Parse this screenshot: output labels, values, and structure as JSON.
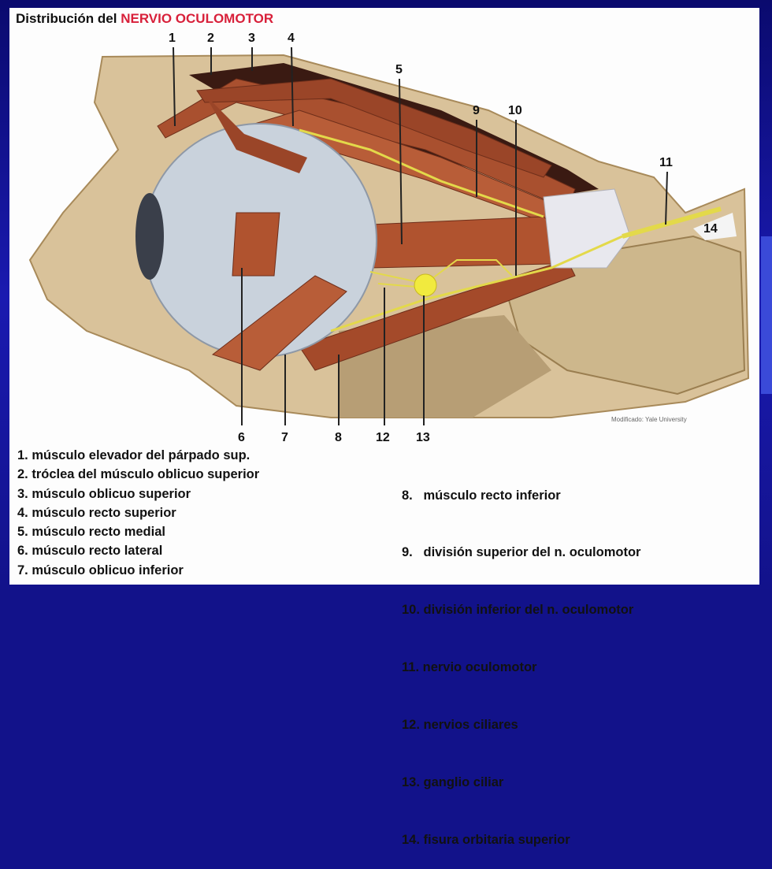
{
  "title": {
    "prefix": "Distribución del",
    "highlight": "NERVIO OCULOMOTOR"
  },
  "credit": "Modificado: Yale University",
  "labels": {
    "n1": "1",
    "n2": "2",
    "n3": "3",
    "n4": "4",
    "n5": "5",
    "n6": "6",
    "n7": "7",
    "n8": "8",
    "n9": "9",
    "n10": "10",
    "n11": "11",
    "n12": "12",
    "n13": "13",
    "n14": "14"
  },
  "legend_left": [
    "1. músculo elevador del párpado sup.",
    "2. tróclea del músculo oblicuo superior",
    "3. músculo oblicuo superior",
    "4. músculo recto superior",
    "5. músculo recto medial",
    "6. músculo recto lateral",
    "7. músculo oblicuo inferior"
  ],
  "legend_right": [
    "8.   músculo recto inferior",
    "9.   división superior del n. oculomotor",
    "10. división inferior del n. oculomotor",
    "11. nervio oculomotor",
    "12. nervios ciliares",
    "13. ganglio ciliar",
    "14. fisura orbitaria superior"
  ],
  "colors": {
    "frame": "#12128a",
    "highlight": "#d8203a",
    "bone": "#d9c29a",
    "muscle": "#a9502f",
    "nerve": "#e3d94a",
    "eyeball": "#c9d2dc"
  }
}
